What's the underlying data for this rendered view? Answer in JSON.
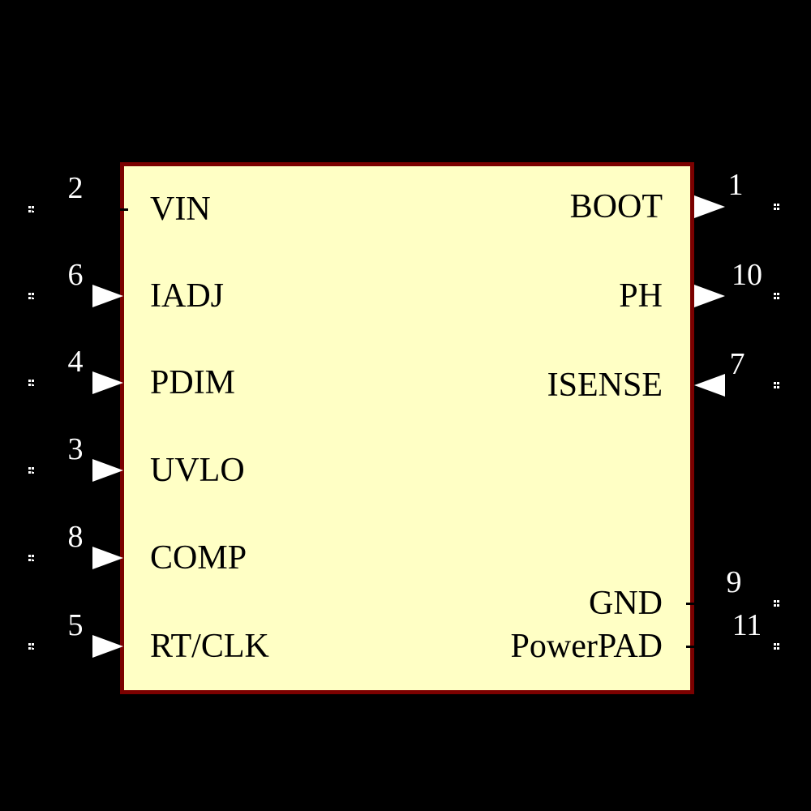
{
  "component": {
    "pins": {
      "left": [
        {
          "number": "2",
          "name": "VIN",
          "direction": "passive"
        },
        {
          "number": "6",
          "name": "IADJ",
          "direction": "input"
        },
        {
          "number": "4",
          "name": "PDIM",
          "direction": "input"
        },
        {
          "number": "3",
          "name": "UVLO",
          "direction": "input"
        },
        {
          "number": "8",
          "name": "COMP",
          "direction": "input"
        },
        {
          "number": "5",
          "name": "RT/CLK",
          "direction": "input"
        }
      ],
      "right": [
        {
          "number": "1",
          "name": "BOOT",
          "direction": "output"
        },
        {
          "number": "10",
          "name": "PH",
          "direction": "output"
        },
        {
          "number": "7",
          "name": "ISENSE",
          "direction": "input"
        },
        {
          "number": "9",
          "name": "GND",
          "direction": "passive"
        },
        {
          "number": "11",
          "name": "PowerPAD",
          "direction": "passive"
        }
      ]
    },
    "colors": {
      "background": "#000000",
      "body_fill": "#FFFFC5",
      "body_border": "#7B0100",
      "pin_number_text": "#FFFFFF",
      "pin_label_text": "#000000",
      "arrow_fill": "#FFFFFF"
    }
  }
}
